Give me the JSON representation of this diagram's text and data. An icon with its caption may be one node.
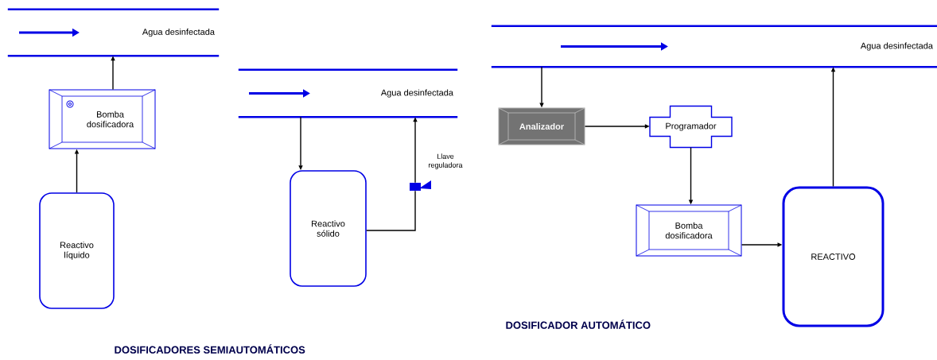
{
  "diagram": {
    "nodes": [
      {
        "text": [
          "Agua desinfectada"
        ]
      },
      {
        "text": [
          "Bomba dosificadora"
        ]
      },
      {
        "text": [
          "Reactivo líquido"
        ]
      },
      {
        "text": [
          "Agua desinfectada"
        ]
      },
      {
        "text": [
          "Reactivo sólido"
        ]
      },
      {
        "text": [],
        "shape": "box",
        "beside": [
          "Llave reguladora"
        ]
      },
      {
        "text": [
          "Agua desinfectada"
        ]
      },
      {
        "text": [
          "Analizador"
        ]
      },
      {
        "text": [
          "Programador"
        ]
      },
      {
        "text": [
          "Bomba dosificadora"
        ]
      },
      {
        "text": [
          "REACTIVO"
        ]
      }
    ],
    "edges": [
      {
        "from": 2,
        "to": 1,
        "arrow": "to"
      },
      {
        "from": 1,
        "to": 0,
        "arrow": "to"
      },
      {
        "from": 3,
        "to": 4,
        "arrow": "to"
      },
      {
        "from": 4,
        "to": 5,
        "arrow": "none"
      },
      {
        "from": 5,
        "to": 3,
        "arrow": "to"
      },
      {
        "from": 6,
        "to": 7,
        "arrow": "to"
      },
      {
        "from": 7,
        "to": 8,
        "arrow": "to"
      },
      {
        "from": 8,
        "to": 9,
        "arrow": "to"
      },
      {
        "from": 9,
        "to": 10,
        "arrow": "to"
      },
      {
        "from": 10,
        "to": 6,
        "arrow": "to"
      }
    ],
    "labels": [
      "DOSIFICADOR AUTOMÁTICO",
      "DOSIFICADORES SEMIAUTOMÁTICOS"
    ]
  }
}
